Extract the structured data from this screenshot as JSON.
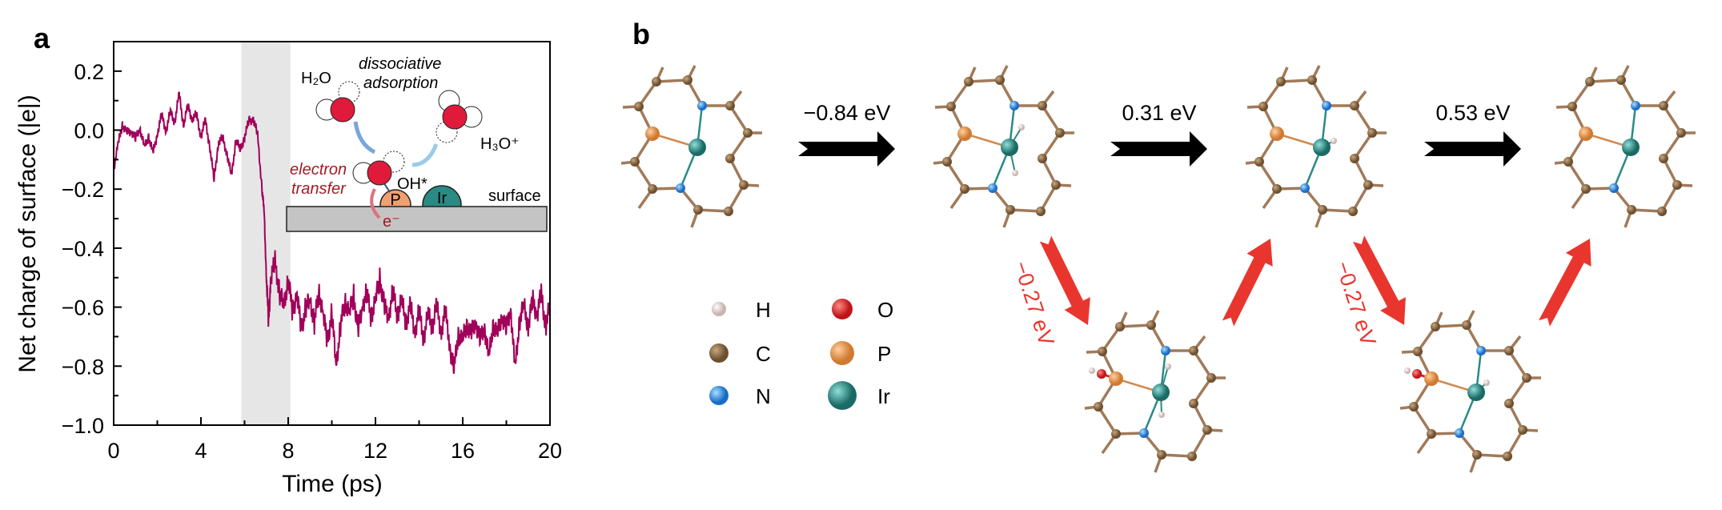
{
  "panel_a": {
    "label": "a",
    "inset": {
      "h2o": "H₂O",
      "dissociative": "dissociative",
      "adsorption": "adsorption",
      "h3o": "H₃O⁺",
      "oh": "OH*",
      "electron": "electron",
      "transfer": "transfer",
      "p": "P",
      "ir": "Ir",
      "surface": "surface",
      "e": "e⁻"
    }
  },
  "chart_data": {
    "type": "line",
    "title": "",
    "xlabel": "Time (ps)",
    "ylabel": "Net charge of surface (|e|)",
    "xlim": [
      0,
      20
    ],
    "ylim": [
      -1.0,
      0.3
    ],
    "xticks": [
      "0",
      "4",
      "8",
      "12",
      "16",
      "20"
    ],
    "yticks": [
      "0.2",
      "0.0",
      "−0.2",
      "−0.4",
      "−0.6",
      "−0.8",
      "−1.0"
    ],
    "shaded_region": [
      5.85,
      8.1
    ],
    "grid": false,
    "series": [
      {
        "name": "Net charge",
        "color": "#a0005a",
        "x": [
          0,
          0.2,
          0.4,
          0.6,
          0.8,
          1.0,
          1.2,
          1.4,
          1.6,
          1.8,
          2.0,
          2.2,
          2.4,
          2.6,
          2.8,
          3.0,
          3.2,
          3.4,
          3.6,
          3.8,
          4.0,
          4.2,
          4.4,
          4.6,
          4.8,
          5.0,
          5.2,
          5.4,
          5.6,
          5.8,
          6.0,
          6.2,
          6.4,
          6.6,
          6.8,
          6.9,
          7.0,
          7.1,
          7.2,
          7.4,
          7.6,
          7.8,
          8.0,
          8.2,
          8.4,
          8.6,
          8.8,
          9.0,
          9.2,
          9.4,
          9.6,
          9.8,
          10.0,
          10.2,
          10.4,
          10.6,
          10.8,
          11.0,
          11.2,
          11.4,
          11.6,
          11.8,
          12.0,
          12.2,
          12.4,
          12.6,
          12.8,
          13.0,
          13.2,
          13.4,
          13.6,
          13.8,
          14.0,
          14.2,
          14.4,
          14.6,
          14.8,
          15.0,
          15.2,
          15.4,
          15.6,
          15.8,
          16.0,
          16.2,
          16.4,
          16.6,
          16.8,
          17.0,
          17.2,
          17.4,
          17.6,
          17.8,
          18.0,
          18.2,
          18.4,
          18.6,
          18.8,
          19.0,
          19.2,
          19.4,
          19.6,
          19.8,
          20.0
        ],
        "y": [
          -0.13,
          -0.05,
          0.02,
          -0.01,
          0.0,
          -0.03,
          0.01,
          -0.06,
          -0.02,
          -0.08,
          -0.01,
          0.05,
          0.0,
          0.06,
          0.03,
          0.12,
          0.02,
          0.08,
          0.04,
          0.05,
          -0.02,
          0.03,
          -0.05,
          -0.17,
          -0.04,
          -0.03,
          -0.08,
          -0.16,
          -0.03,
          -0.07,
          -0.02,
          0.03,
          0.04,
          -0.02,
          -0.2,
          -0.28,
          -0.5,
          -0.65,
          -0.5,
          -0.45,
          -0.55,
          -0.6,
          -0.5,
          -0.62,
          -0.55,
          -0.68,
          -0.6,
          -0.58,
          -0.65,
          -0.55,
          -0.62,
          -0.72,
          -0.62,
          -0.8,
          -0.66,
          -0.58,
          -0.62,
          -0.56,
          -0.68,
          -0.6,
          -0.55,
          -0.63,
          -0.58,
          -0.5,
          -0.6,
          -0.63,
          -0.55,
          -0.62,
          -0.58,
          -0.65,
          -0.6,
          -0.68,
          -0.62,
          -0.7,
          -0.63,
          -0.66,
          -0.6,
          -0.68,
          -0.62,
          -0.72,
          -0.82,
          -0.68,
          -0.72,
          -0.65,
          -0.7,
          -0.64,
          -0.72,
          -0.66,
          -0.78,
          -0.65,
          -0.7,
          -0.62,
          -0.68,
          -0.6,
          -0.82,
          -0.64,
          -0.6,
          -0.66,
          -0.58,
          -0.62,
          -0.56,
          -0.66,
          -0.6
        ]
      }
    ]
  },
  "panel_b": {
    "label": "b",
    "steps": [
      {
        "energy": "−0.84 eV"
      },
      {
        "energy": "0.31 eV"
      },
      {
        "energy": "0.53 eV"
      }
    ],
    "side_steps": [
      {
        "energy": "−0.27 eV"
      },
      {
        "energy": "−0.27 eV"
      }
    ],
    "legend": [
      {
        "label": "H",
        "color": "#eadcd8"
      },
      {
        "label": "O",
        "color": "#e0252b"
      },
      {
        "label": "C",
        "color": "#8a6a45"
      },
      {
        "label": "P",
        "color": "#f0a060"
      },
      {
        "label": "N",
        "color": "#2f8fe0"
      },
      {
        "label": "Ir",
        "color": "#2a8a84"
      }
    ],
    "colors": {
      "arrow_main": "#000000",
      "arrow_side": "#e8362f",
      "bond": "#a07a5a"
    }
  }
}
